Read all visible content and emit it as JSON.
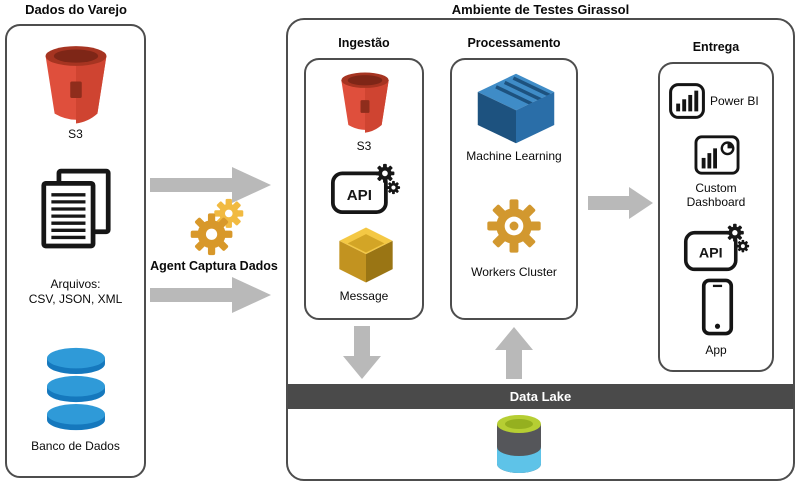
{
  "left_panel": {
    "title": "Dados do Varejo",
    "s3_label": "S3",
    "files_label": [
      "Arquivos:",
      "CSV, JSON, XML"
    ],
    "database_label": "Banco de Dados"
  },
  "agent": {
    "label": "Agent Captura Dados"
  },
  "environment": {
    "title": "Ambiente de Testes Girassol",
    "ingestion": {
      "title": "Ingestão",
      "s3_label": "S3",
      "api_text": "API",
      "message_label": "Message"
    },
    "processing": {
      "title": "Processamento",
      "ml_label": "Machine Learning",
      "workers_label": "Workers Cluster"
    },
    "delivery": {
      "title": "Entrega",
      "powerbi_label": "Power BI",
      "dashboard_label": [
        "Custom",
        "Dashboard"
      ],
      "api_text": "API",
      "app_label": "App"
    },
    "data_lake": {
      "label": "Data Lake"
    }
  },
  "colors": {
    "panel_border": "#4d4d4d",
    "arrow_gray": "#b9b9b9",
    "data_lake_bar": "#4a4a4a",
    "s3_red": "#df4f3c",
    "database_blue": "#1578bd",
    "gear_gold": "#d8982a",
    "ml_blue": "#3f8cc7",
    "lake_green": "#b6ce33",
    "lake_water_blue": "#5ec3e8"
  }
}
